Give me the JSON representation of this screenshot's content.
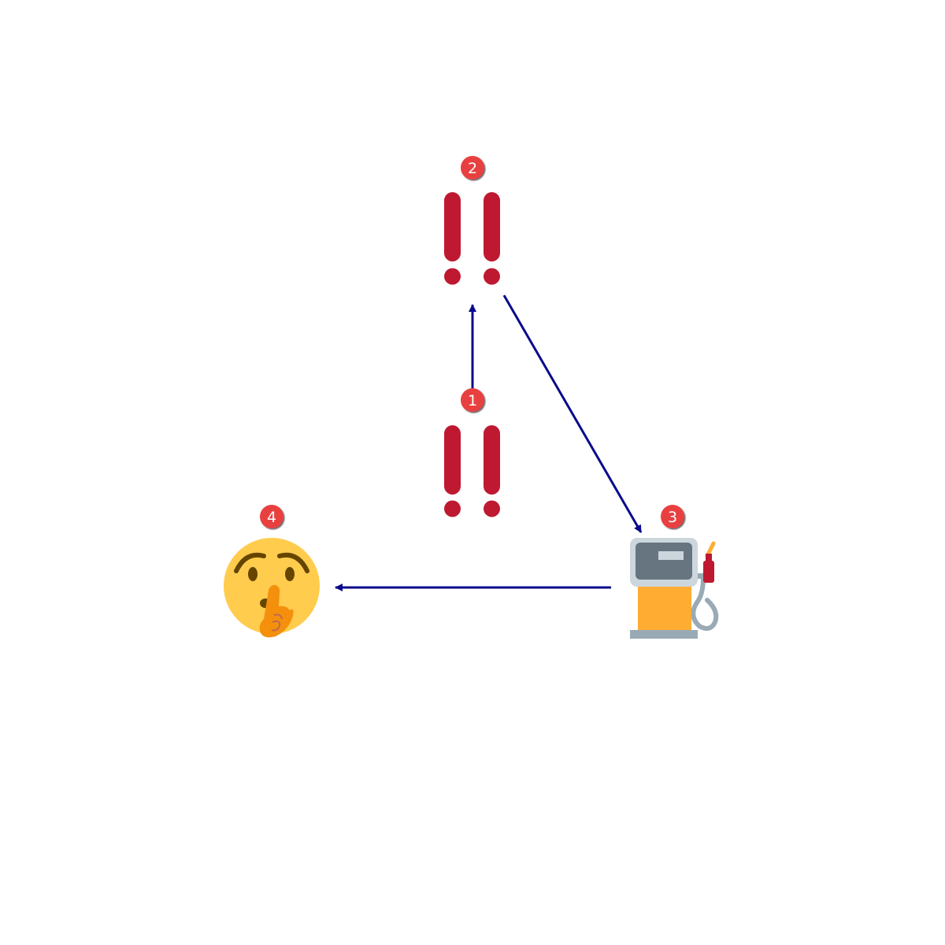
{
  "colors": {
    "background": "#ffffff",
    "arrow": "#0a0a8c",
    "badge_fill": "#e84040",
    "badge_text": "#ffffff",
    "exclamation": "#be1931",
    "face": "#ffcc4d",
    "face_features": "#664500",
    "finger": "#f4900c",
    "pump_body": "#ffac33",
    "pump_head": "#ccd6dd",
    "pump_screen": "#66757f",
    "pump_base": "#99aab5",
    "nozzle": "#be1931"
  },
  "nodes": [
    {
      "id": "n1",
      "badge": "1",
      "icon": "double-exclamation-icon"
    },
    {
      "id": "n2",
      "badge": "2",
      "icon": "double-exclamation-icon"
    },
    {
      "id": "n3",
      "badge": "3",
      "icon": "fuel-pump-icon"
    },
    {
      "id": "n4",
      "badge": "4",
      "icon": "shushing-face-icon"
    }
  ],
  "edges": [
    {
      "from": "1",
      "to": "2"
    },
    {
      "from": "2",
      "to": "3"
    },
    {
      "from": "3",
      "to": "4"
    }
  ]
}
